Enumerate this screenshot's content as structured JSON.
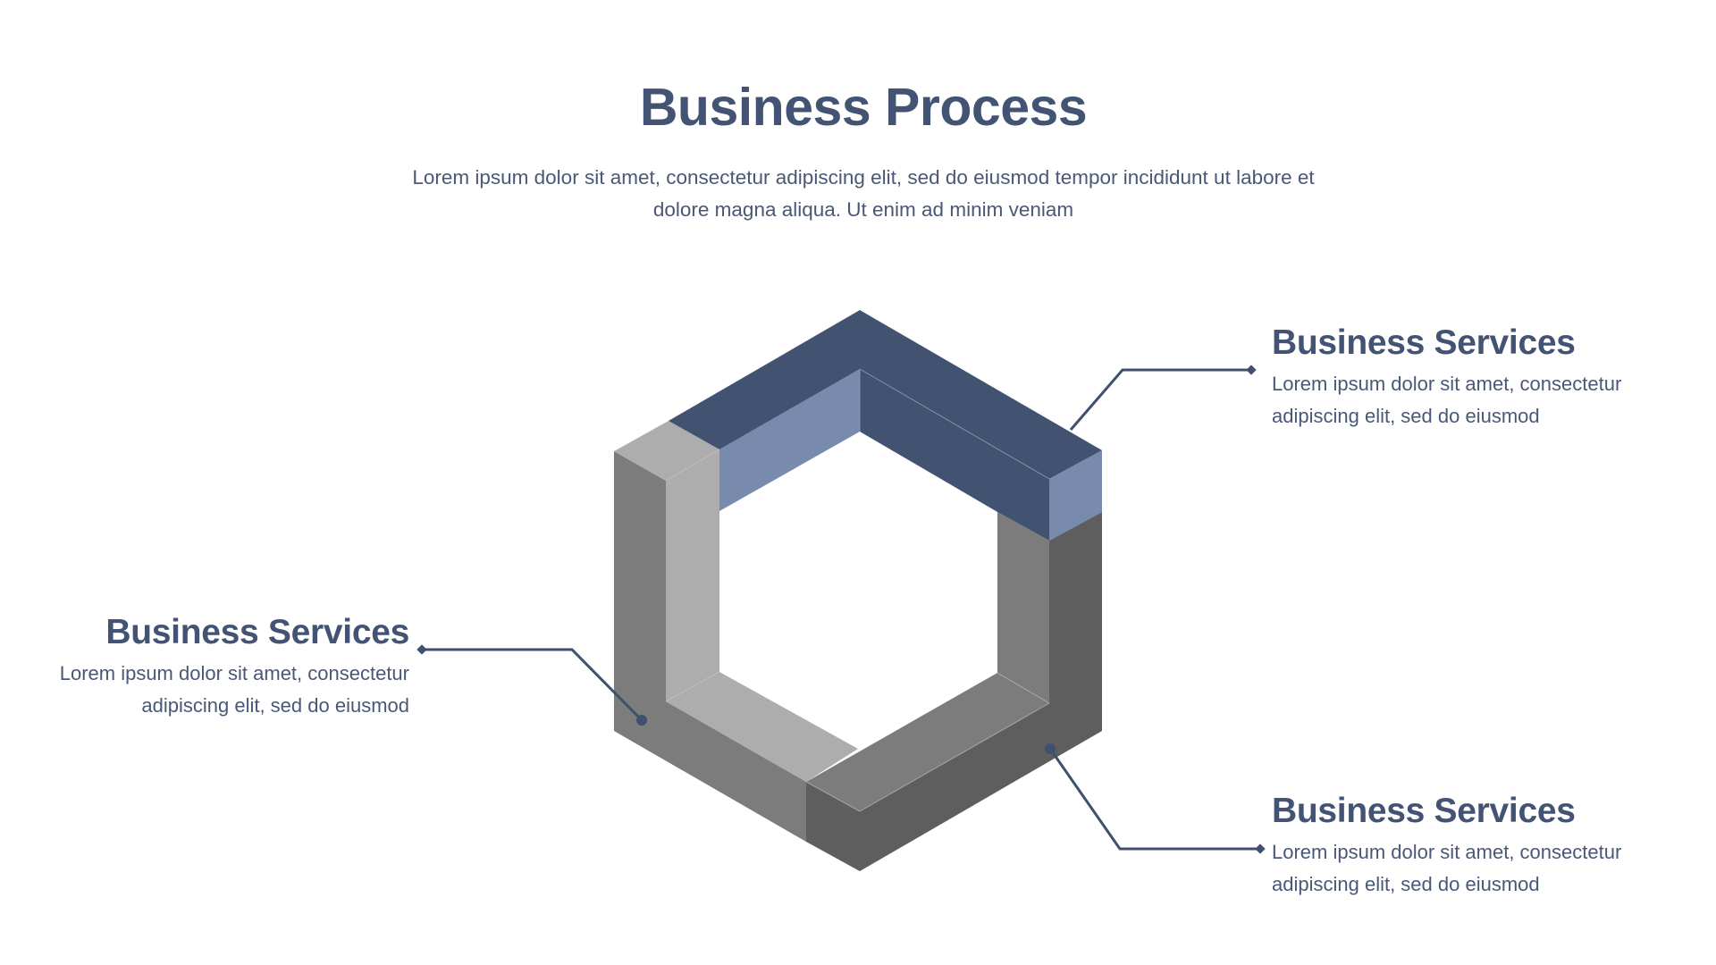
{
  "slide": {
    "title": "Business Process",
    "subtitle": "Lorem ipsum dolor sit amet, consectetur adipiscing elit, sed do eiusmod tempor incididunt ut labore et dolore magna aliqua.  Ut enim ad minim veniam"
  },
  "callouts": [
    {
      "id": "top-right",
      "heading": "Business Services",
      "text": "Lorem ipsum  dolor sit amet, consectetur adipiscing  elit, sed do eiusmod",
      "segment": "blue-top"
    },
    {
      "id": "left",
      "heading": "Business Services",
      "text": "Lorem ipsum  dolor sit amet, consectetur adipiscing elit, sed do eiusmod",
      "segment": "grey-left"
    },
    {
      "id": "bottom-right",
      "heading": "Business Services",
      "text": "Lorem ipsum  dolor sit amet, consectetur adipiscing  elit, sed do eiusmod",
      "segment": "grey-right"
    }
  ],
  "colors": {
    "heading": "#435374",
    "body_text": "#4a5877",
    "connector": "#3f4f6e",
    "blue_dark": "#425372",
    "blue_light": "#788bad",
    "grey_light": "#adadad",
    "grey_mid": "#7c7c7c",
    "grey_dark": "#5e5e5e"
  }
}
